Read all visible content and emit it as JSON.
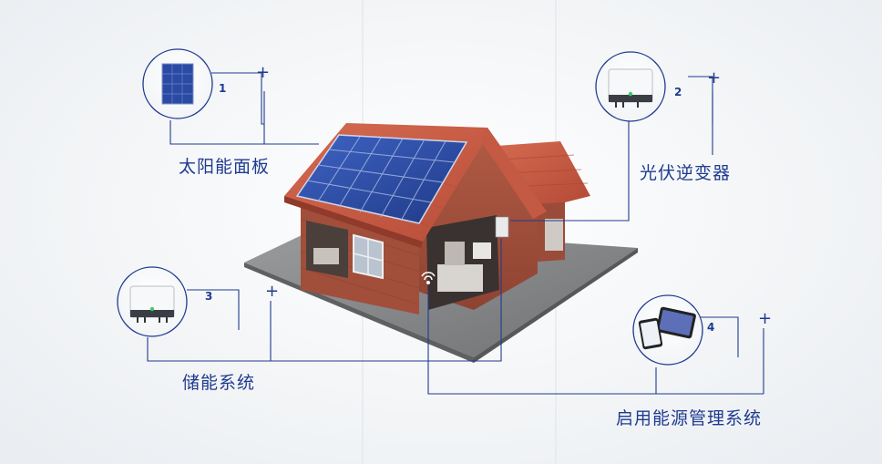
{
  "components": [
    {
      "number": "1",
      "label": "太阳能面板",
      "plus": "+",
      "icon": "solar-panel-icon"
    },
    {
      "number": "2",
      "label": "光伏逆变器",
      "plus": "+",
      "icon": "inverter-icon"
    },
    {
      "number": "3",
      "label": "储能系统",
      "plus": "+",
      "icon": "storage-inverter-icon"
    },
    {
      "number": "4",
      "label": "启用能源管理系统",
      "plus": "+",
      "icon": "phone-tablet-icon"
    }
  ],
  "colors": {
    "line": "#1f3b8f",
    "label": "#1f3b8f",
    "roof": "#c9553f",
    "wall": "#a5543f",
    "panel": "#2f4fa6"
  }
}
